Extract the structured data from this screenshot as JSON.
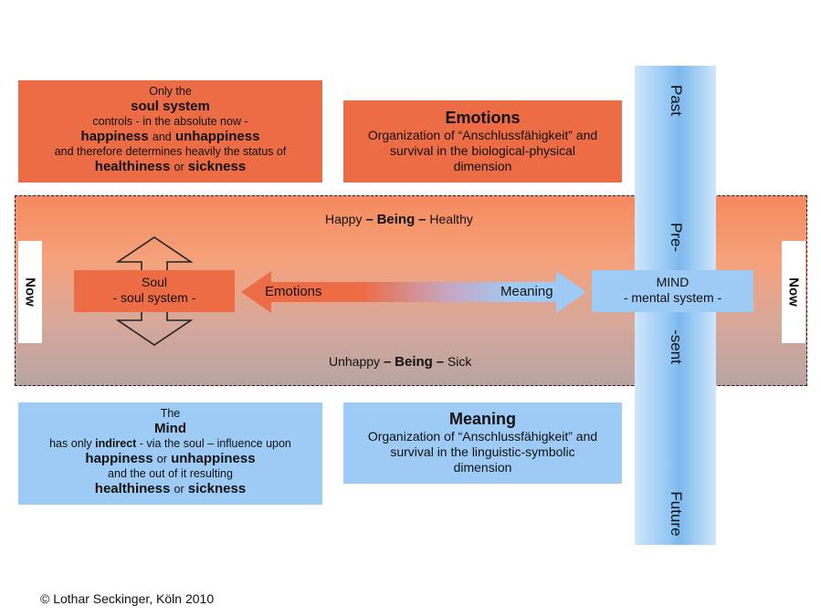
{
  "soul_box": {
    "line1": "Only the",
    "line2": "soul system",
    "line3": "controls - in the absolute now -",
    "line4a": "happiness",
    "line4b": "and",
    "line4c": "unhappiness",
    "line5": "and therefore determines heavily the status of",
    "line6a": "healthiness",
    "line6b": "or",
    "line6c": "sickness"
  },
  "emotions_box": {
    "title": "Emotions",
    "line1": "Organization of “Anschlussfähigkeit” and",
    "line2": "survival in the biological-physical",
    "line3": "dimension"
  },
  "mind_box": {
    "line1": "The",
    "line2": "Mind",
    "line3": "has only indirect - via the soul – influence upon",
    "line3a": "has only",
    "line3b": "indirect",
    "line3c": "- via the soul – influence upon",
    "line4a": "happiness",
    "line4b": "or",
    "line4c": "unhappiness",
    "line5": "and the out of it  resulting",
    "line6a": "healthiness",
    "line6b": "or",
    "line6c": "sickness"
  },
  "meaning_box": {
    "title": "Meaning",
    "line1": "Organization of “Anschlussfähigkeit” and",
    "line2": "survival in the linguistic-symbolic",
    "line3": "dimension"
  },
  "band": {
    "top_a": "Happy",
    "top_b": "–",
    "top_c": "Being",
    "top_d": "–",
    "top_e": "Healthy",
    "bottom_a": "Unhappy",
    "bottom_b": "–",
    "bottom_c": "Being",
    "bottom_d": "–",
    "bottom_e": "Sick",
    "now_left": "Now",
    "now_right": "Now"
  },
  "soul_label": {
    "line1": "Soul",
    "line2": "- soul system -"
  },
  "mind_label": {
    "line1": "MIND",
    "line2": "- mental system -"
  },
  "arrow": {
    "left": "Emotions",
    "right": "Meaning"
  },
  "time": {
    "past": "Past",
    "pre": "Pre-",
    "sent": "-sent",
    "future": "Future"
  },
  "copyright": "© Lothar Seckinger, Köln 2010",
  "colors": {
    "orange": "#ec6c46",
    "blue": "#9ecbf6"
  }
}
